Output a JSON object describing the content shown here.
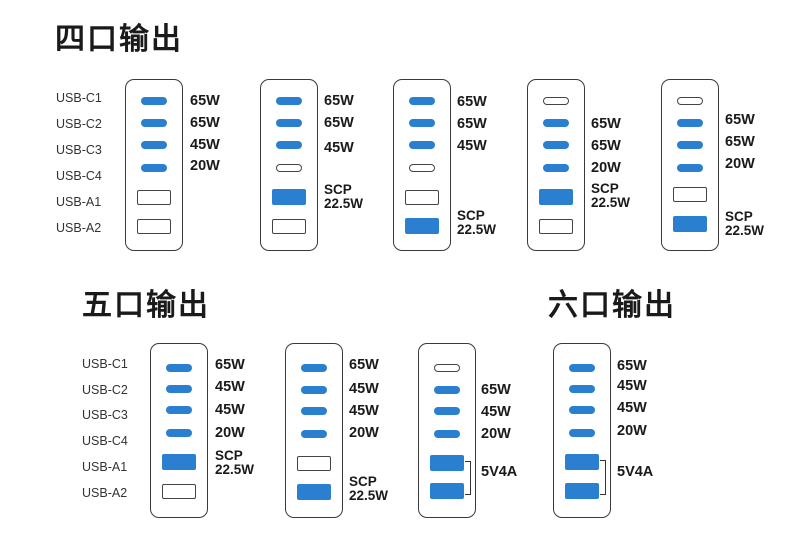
{
  "titles": {
    "four": "四口输出",
    "five": "五口输出",
    "six": "六口输出"
  },
  "port_labels_top": [
    "USB-C1",
    "USB-C2",
    "USB-C3",
    "USB-C4",
    "USB-A1",
    "USB-A2"
  ],
  "port_labels_bottom": [
    "USB-C1",
    "USB-C2",
    "USB-C3",
    "USB-C4",
    "USB-A1",
    "USB-A2"
  ],
  "colors": {
    "active": "#2a7fd0",
    "outline": "#3a3a3a",
    "text": "#1a1a1a"
  },
  "four_port": [
    {
      "watts": [
        "65W",
        "65W",
        "45W",
        "20W"
      ],
      "scp_line1": "",
      "scp_line2": ""
    },
    {
      "watts": [
        "65W",
        "65W",
        "45W"
      ],
      "scp_line1": "SCP",
      "scp_line2": "22.5W"
    },
    {
      "watts": [
        "65W",
        "65W",
        "45W"
      ],
      "scp_line1": "SCP",
      "scp_line2": "22.5W"
    },
    {
      "watts": [
        "65W",
        "65W",
        "20W"
      ],
      "scp_line1": "SCP",
      "scp_line2": "22.5W"
    },
    {
      "watts": [
        "65W",
        "65W",
        "20W"
      ],
      "scp_line1": "SCP",
      "scp_line2": "22.5W"
    }
  ],
  "five_port": [
    {
      "watts": [
        "65W",
        "45W",
        "45W",
        "20W"
      ],
      "scp_line1": "SCP",
      "scp_line2": "22.5W"
    },
    {
      "watts": [
        "65W",
        "45W",
        "45W",
        "20W"
      ],
      "scp_line1": "SCP",
      "scp_line2": "22.5W"
    },
    {
      "watts": [
        "65W",
        "45W",
        "20W"
      ],
      "combined": "5V4A"
    }
  ],
  "six_port": [
    {
      "watts": [
        "65W",
        "45W",
        "45W",
        "20W"
      ],
      "combined": "5V4A"
    }
  ]
}
